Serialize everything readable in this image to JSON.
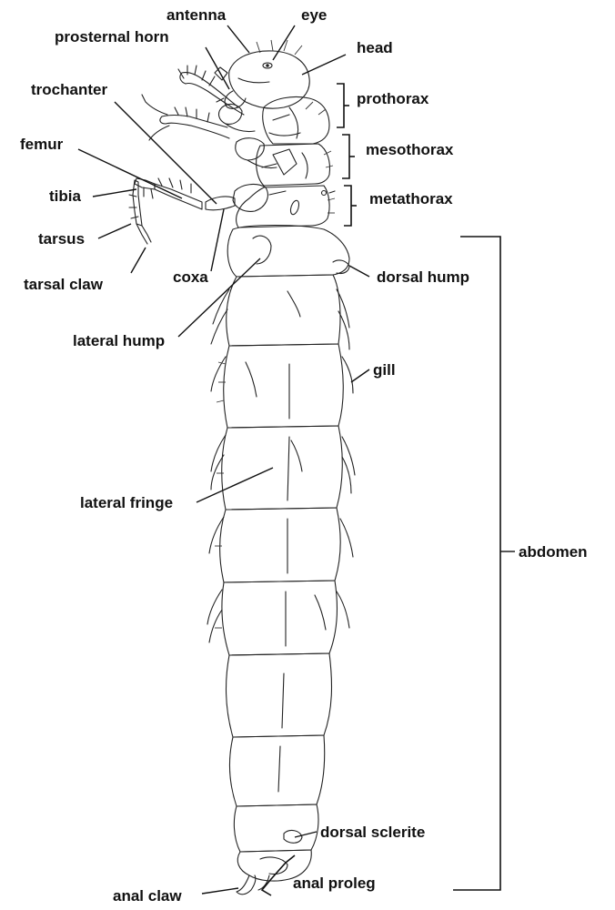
{
  "labels": {
    "antenna": "antenna",
    "eye": "eye",
    "prosternal_horn": "prosternal horn",
    "head": "head",
    "trochanter": "trochanter",
    "prothorax": "prothorax",
    "femur": "femur",
    "mesothorax": "mesothorax",
    "tibia": "tibia",
    "metathorax": "metathorax",
    "tarsus": "tarsus",
    "tarsal_claw": "tarsal claw",
    "coxa": "coxa",
    "dorsal_hump": "dorsal hump",
    "lateral_hump": "lateral hump",
    "gill": "gill",
    "lateral_fringe": "lateral fringe",
    "abdomen": "abdomen",
    "dorsal_sclerite": "dorsal sclerite",
    "anal_claw": "anal claw",
    "anal_proleg": "anal proleg"
  }
}
